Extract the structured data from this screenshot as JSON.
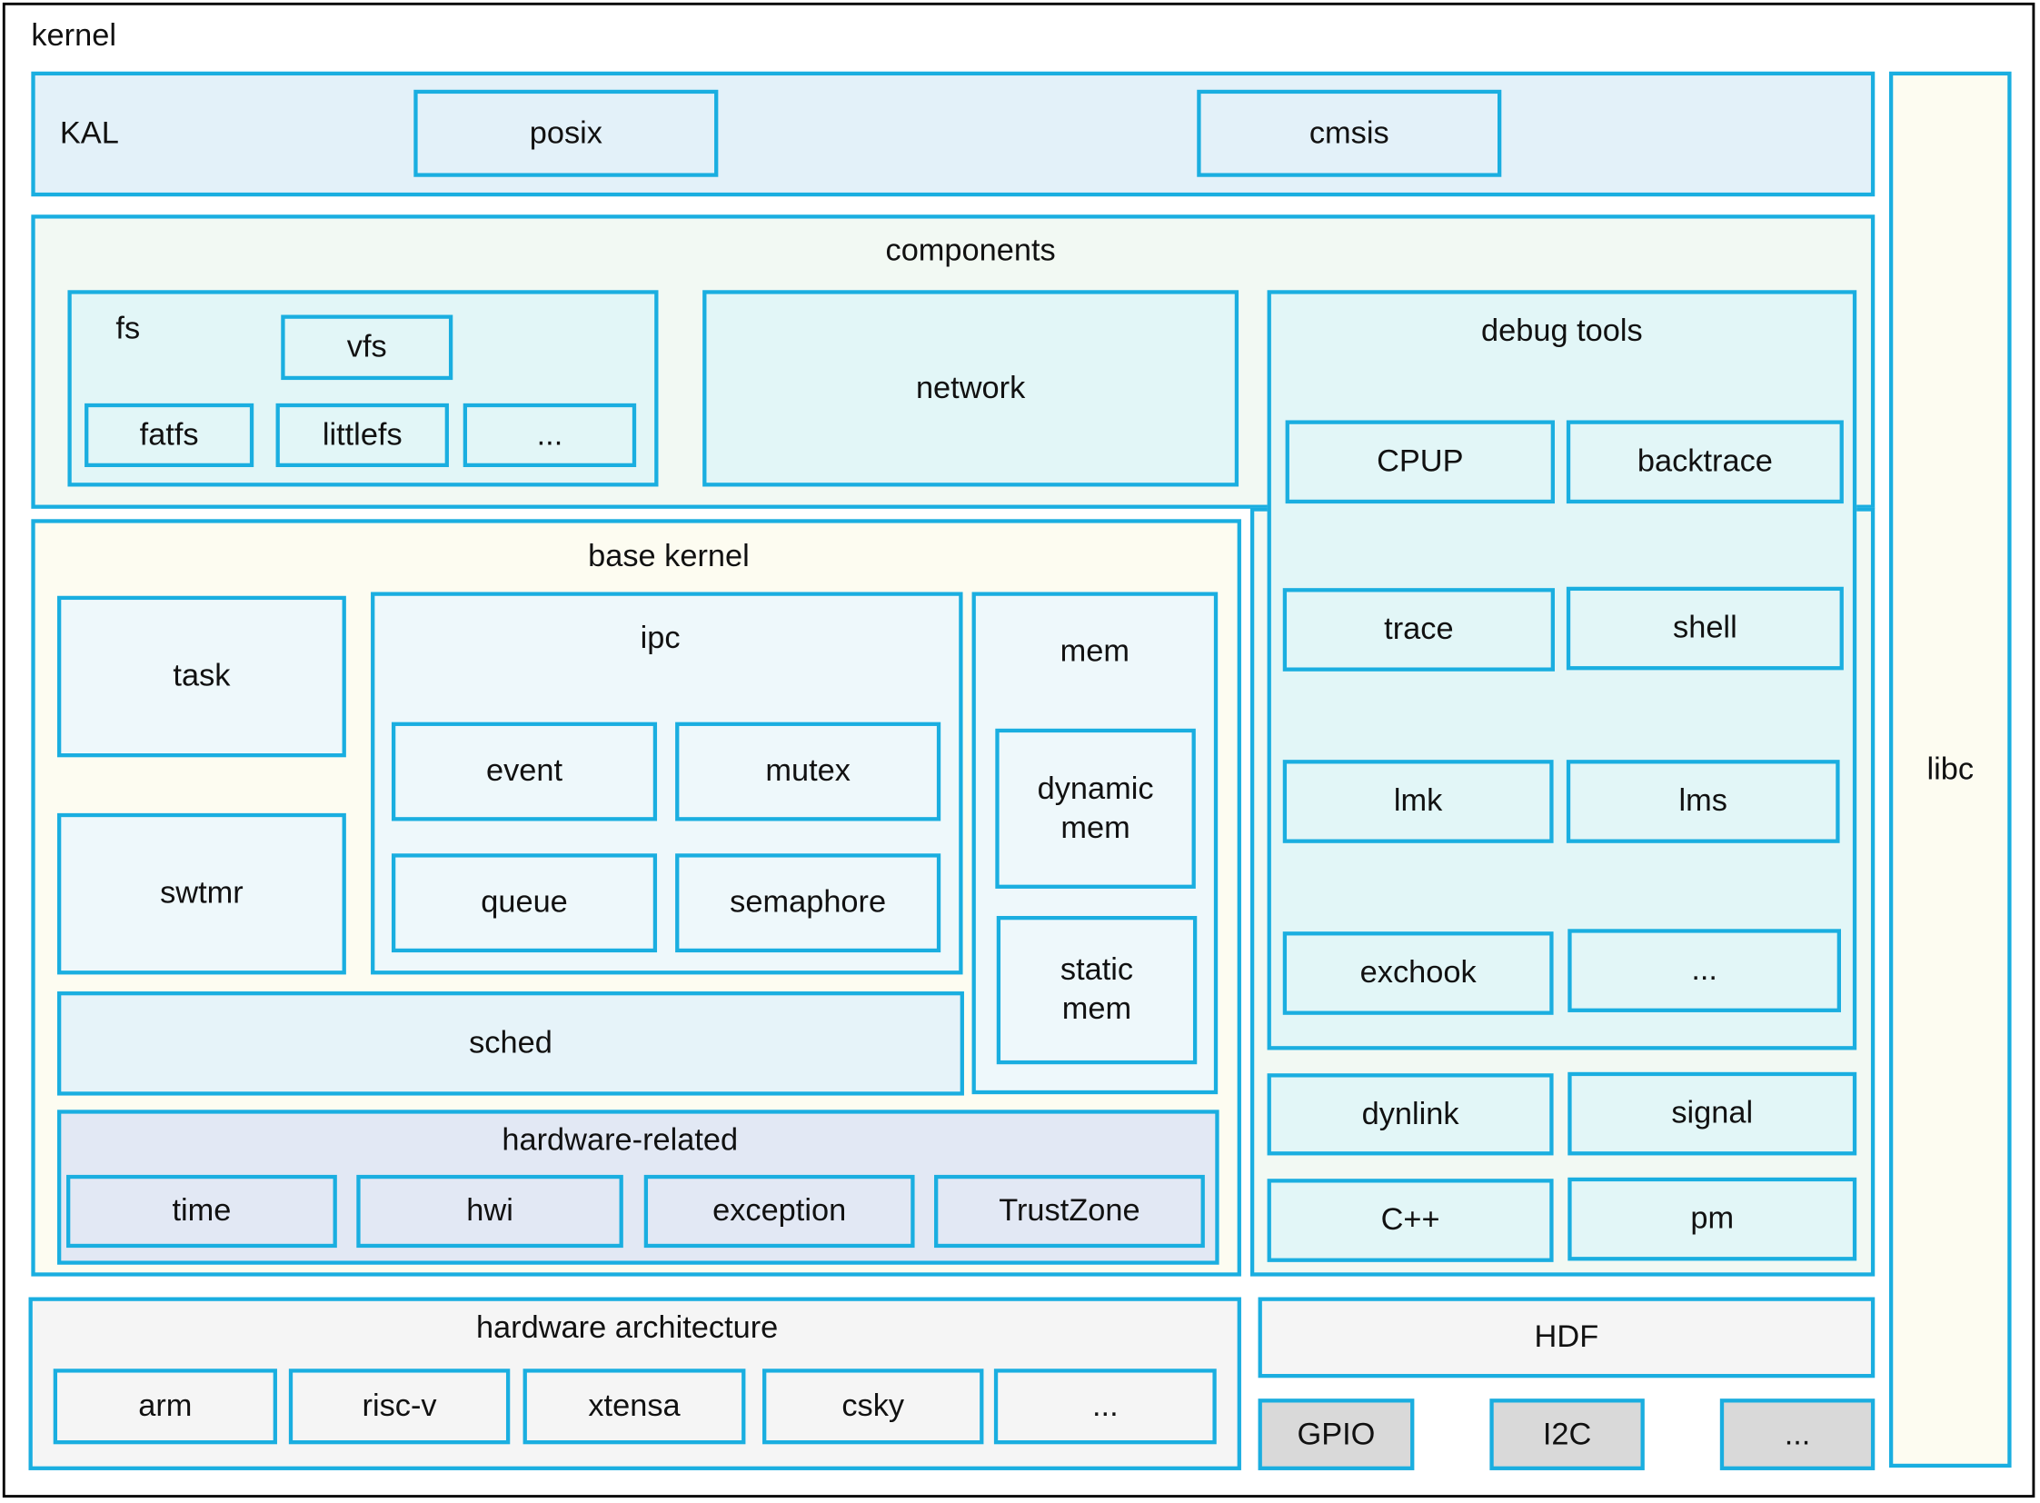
{
  "kernel_label": "kernel",
  "kal": {
    "label": "KAL",
    "posix": "posix",
    "cmsis": "cmsis"
  },
  "components": {
    "label": "components",
    "fs": {
      "label": "fs",
      "vfs": "vfs",
      "fatfs": "fatfs",
      "littlefs": "littlefs",
      "more": "..."
    },
    "network": "network",
    "debug_tools": {
      "label": "debug tools",
      "cpup": "CPUP",
      "backtrace": "backtrace",
      "trace": "trace",
      "shell": "shell",
      "lmk": "lmk",
      "lms": "lms",
      "exchook": "exchook",
      "more": "..."
    },
    "dynlink": "dynlink",
    "signal": "signal",
    "cpp": "C++",
    "pm": "pm"
  },
  "base_kernel": {
    "label": "base kernel",
    "task": "task",
    "swtmr": "swtmr",
    "ipc": {
      "label": "ipc",
      "event": "event",
      "mutex": "mutex",
      "queue": "queue",
      "semaphore": "semaphore"
    },
    "mem": {
      "label": "mem",
      "dynamic_mem": "dynamic\nmem",
      "static_mem": "static\nmem"
    },
    "sched": "sched",
    "hardware_related": {
      "label": "hardware-related",
      "time": "time",
      "hwi": "hwi",
      "exception": "exception",
      "trustzone": "TrustZone"
    }
  },
  "hardware_architecture": {
    "label": "hardware architecture",
    "arm": "arm",
    "riscv": "risc-v",
    "xtensa": "xtensa",
    "csky": "csky",
    "more": "..."
  },
  "hdf": {
    "label": "HDF",
    "gpio": "GPIO",
    "i2c": "I2C",
    "more": "..."
  },
  "libc": "libc"
}
